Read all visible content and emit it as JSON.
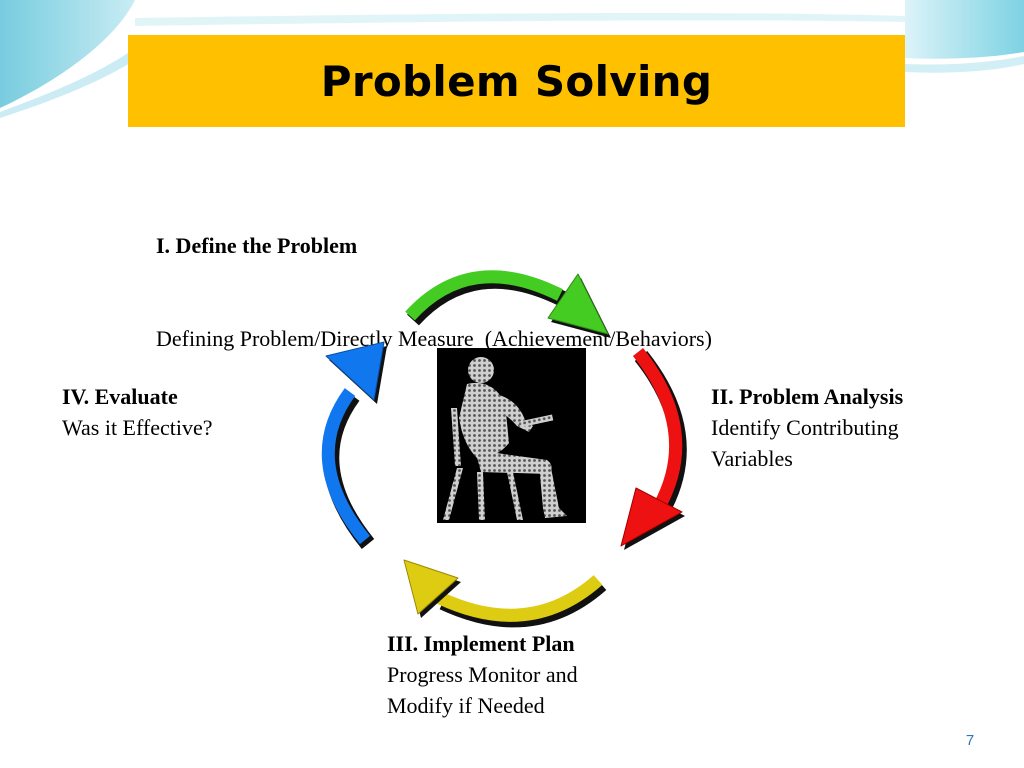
{
  "title": "Problem Solving",
  "steps": [
    {
      "heading": "I. Define the Problem",
      "description": "Defining Problem/Directly Measure  (Achievement/Behaviors)"
    },
    {
      "heading": "II. Problem Analysis",
      "description": "Identify Contributing Variables"
    },
    {
      "heading": "III. Implement Plan",
      "description": "Progress Monitor and Modify if Needed"
    },
    {
      "heading": "IV. Evaluate",
      "description": "Was it Effective?"
    }
  ],
  "cycle_arrows": [
    {
      "name": "green-arrow",
      "color": "#44cc22"
    },
    {
      "name": "red-arrow",
      "color": "#ee1111"
    },
    {
      "name": "yellow-arrow",
      "color": "#ddcc11"
    },
    {
      "name": "blue-arrow",
      "color": "#1177ee"
    }
  ],
  "colors": {
    "title_banner": "#ffc000",
    "slide_number": "#2e75b6"
  },
  "center_image_icon": "seated-thinker-icon",
  "slide_number": "7"
}
